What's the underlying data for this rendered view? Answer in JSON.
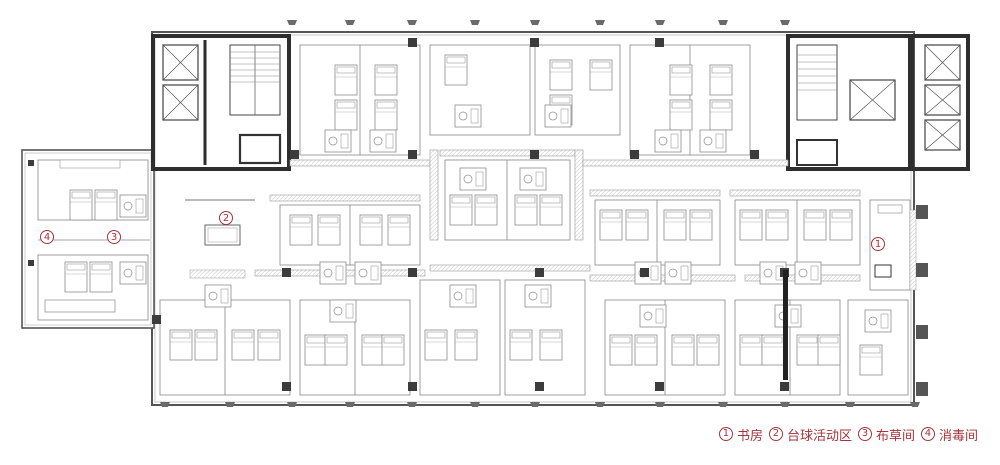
{
  "rooms": [
    {
      "num": "①",
      "label": "书房"
    },
    {
      "num": "②",
      "label": "台球活动区"
    },
    {
      "num": "③",
      "label": "布草间"
    },
    {
      "num": "④",
      "label": "消毒间"
    }
  ],
  "colors": {
    "accent": "#a6333a",
    "wall_dark": "#3a3a3a",
    "wall_light": "#d9d9d9",
    "line": "#9a9a9a"
  }
}
